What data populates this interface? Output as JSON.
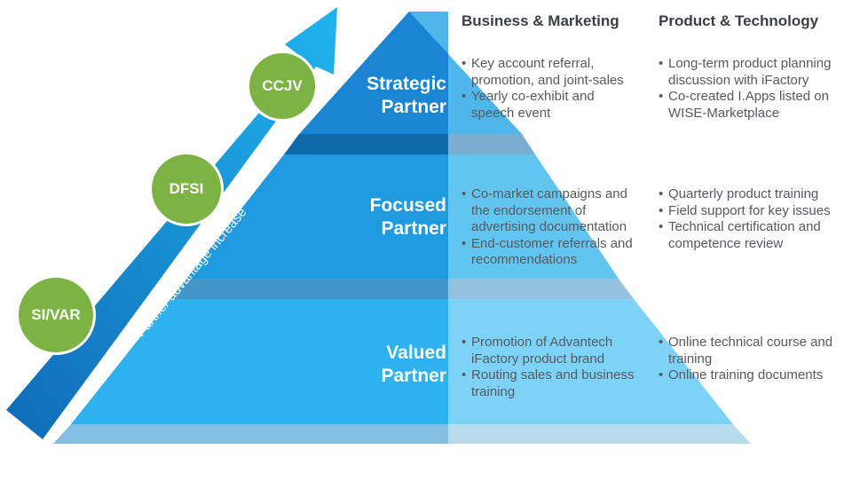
{
  "headers": {
    "business": "Business & Marketing",
    "product": "Product & Technology"
  },
  "arrow_label": "Partner advantage increase",
  "partner_types": [
    "CCJV",
    "DFSI",
    "SI/VAR"
  ],
  "tiers": [
    {
      "name_line1": "Strategic",
      "name_line2": "Partner",
      "business": [
        "Key account referral, promotion, and joint-sales",
        "Yearly co-exhibit and speech event"
      ],
      "product": [
        "Long-term product planning discussion with iFactory",
        "Co-created I.Apps listed on WISE-Marketplace"
      ]
    },
    {
      "name_line1": "Focused",
      "name_line2": "Partner",
      "business": [
        "Co-market campaigns and the endorsement of advertising documentation",
        "End-customer referrals and recommendations"
      ],
      "product": [
        "Quarterly product training",
        "Field support for key issues",
        "Technical certification and competence review"
      ]
    },
    {
      "name_line1": "Valued",
      "name_line2": "Partner",
      "business": [
        "Promotion of Advantech iFactory product brand",
        "Routing sales and business training"
      ],
      "product": [
        "Online technical course and training",
        "Online training documents"
      ]
    }
  ],
  "colors": {
    "tier1": "#1a8ad6",
    "tier2": "#2aa4e6",
    "tier3": "#3bb8f0",
    "circle": "#7cb342",
    "arrow": "#1678c8"
  }
}
